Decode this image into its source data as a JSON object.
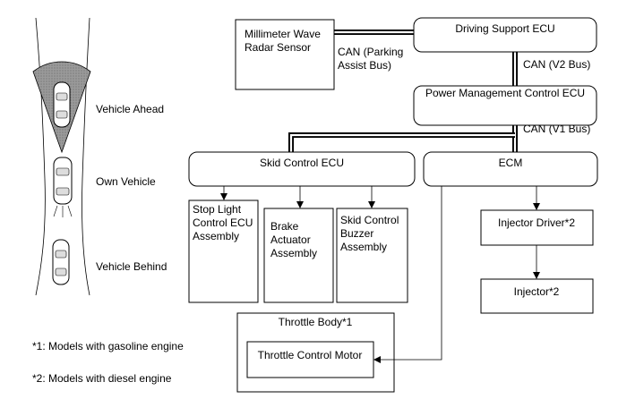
{
  "legend_scene": {
    "vehicle_ahead": "Vehicle Ahead",
    "own_vehicle": "Own Vehicle",
    "vehicle_behind": "Vehicle Behind"
  },
  "components": {
    "radar_sensor": [
      "Millimeter Wave",
      "Radar Sensor"
    ],
    "driving_support_ecu": "Driving Support ECU",
    "power_mgmt_ecu": "Power Management Control ECU",
    "skid_control_ecu": "Skid Control ECU",
    "ecm": "ECM",
    "stop_light": [
      "Stop Light",
      "Control ECU",
      "Assembly"
    ],
    "brake_actuator": [
      "Brake",
      "Actuator",
      "Assembly"
    ],
    "buzzer": [
      "Skid Control",
      "Buzzer",
      "Assembly"
    ],
    "injector_driver": "Injector Driver*2",
    "injector": "Injector*2",
    "throttle_body": "Throttle Body*1",
    "throttle_motor": "Throttle Control Motor"
  },
  "buses": {
    "parking": [
      "CAN (Parking",
      "Assist Bus)"
    ],
    "v2": "CAN (V2 Bus)",
    "v1": "CAN (V1 Bus)"
  },
  "notes": {
    "n1": "*1: Models with gasoline engine",
    "n2": "*2: Models with diesel engine"
  }
}
